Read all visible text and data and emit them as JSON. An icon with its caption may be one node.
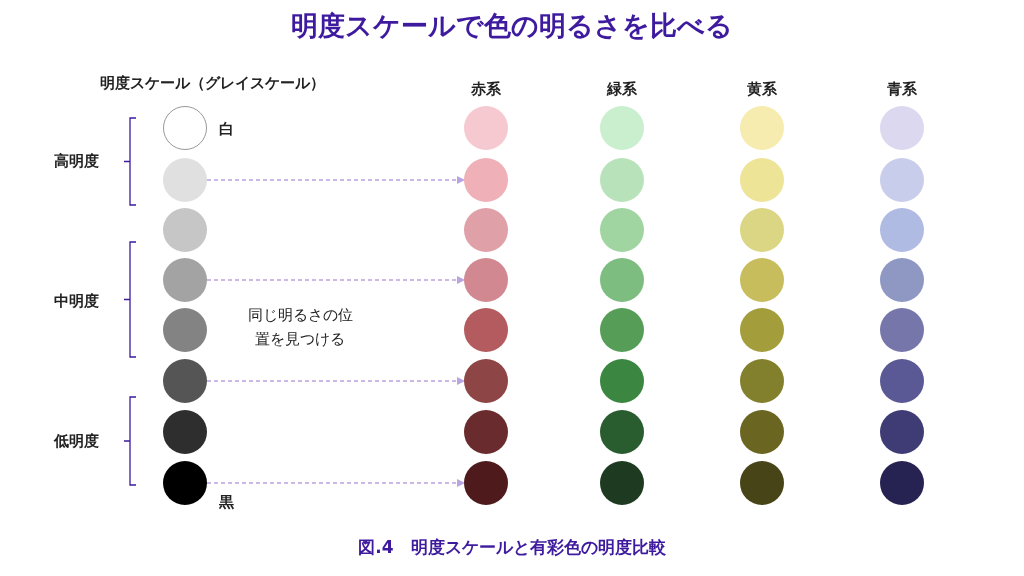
{
  "diagram": {
    "title": "明度スケールで色の明るさを比べる",
    "caption": "図.4　明度スケールと有彩色の明度比較",
    "nodes": [
      {
        "text": [],
        "shape": "circle",
        "beside": [
          "白"
        ]
      },
      {
        "text": [],
        "shape": "circle"
      },
      {
        "text": [],
        "shape": "circle"
      },
      {
        "text": [],
        "shape": "circle"
      },
      {
        "text": [],
        "shape": "circle"
      },
      {
        "text": [],
        "shape": "circle"
      },
      {
        "text": [],
        "shape": "circle"
      },
      {
        "text": [],
        "shape": "circle",
        "beside": [
          "黒"
        ]
      },
      {
        "text": [],
        "shape": "circle"
      },
      {
        "text": [],
        "shape": "circle"
      },
      {
        "text": [],
        "shape": "circle"
      },
      {
        "text": [],
        "shape": "circle"
      },
      {
        "text": [],
        "shape": "circle"
      },
      {
        "text": [],
        "shape": "circle"
      },
      {
        "text": [],
        "shape": "circle"
      },
      {
        "text": [],
        "shape": "circle"
      },
      {
        "text": [],
        "shape": "circle"
      },
      {
        "text": [],
        "shape": "circle"
      },
      {
        "text": [],
        "shape": "circle"
      },
      {
        "text": [],
        "shape": "circle"
      },
      {
        "text": [],
        "shape": "circle"
      },
      {
        "text": [],
        "shape": "circle"
      },
      {
        "text": [],
        "shape": "circle"
      },
      {
        "text": [],
        "shape": "circle"
      },
      {
        "text": [],
        "shape": "circle"
      },
      {
        "text": [],
        "shape": "circle"
      },
      {
        "text": [],
        "shape": "circle"
      },
      {
        "text": [],
        "shape": "circle"
      },
      {
        "text": [],
        "shape": "circle"
      },
      {
        "text": [],
        "shape": "circle"
      },
      {
        "text": [],
        "shape": "circle"
      },
      {
        "text": [],
        "shape": "circle"
      },
      {
        "text": [],
        "shape": "circle"
      },
      {
        "text": [],
        "shape": "circle"
      },
      {
        "text": [],
        "shape": "circle"
      },
      {
        "text": [],
        "shape": "circle"
      },
      {
        "text": [],
        "shape": "circle"
      },
      {
        "text": [],
        "shape": "circle"
      },
      {
        "text": [],
        "shape": "circle"
      },
      {
        "text": [],
        "shape": "circle"
      }
    ],
    "edges": [
      {
        "from": 1,
        "to": 9,
        "arrow": "to",
        "style": "dashed"
      },
      {
        "from": 3,
        "to": 11,
        "arrow": "to",
        "style": "dashed"
      },
      {
        "from": 5,
        "to": 13,
        "arrow": "to",
        "style": "dashed"
      },
      {
        "from": 7,
        "to": 15,
        "arrow": "to",
        "style": "dashed"
      }
    ],
    "labels": [
      "明度スケール（グレイスケール）",
      "赤系",
      "緑系",
      "黄系",
      "青系",
      "高明度",
      "中明度",
      "低明度",
      "同じ明るさの位置を見つける"
    ]
  }
}
